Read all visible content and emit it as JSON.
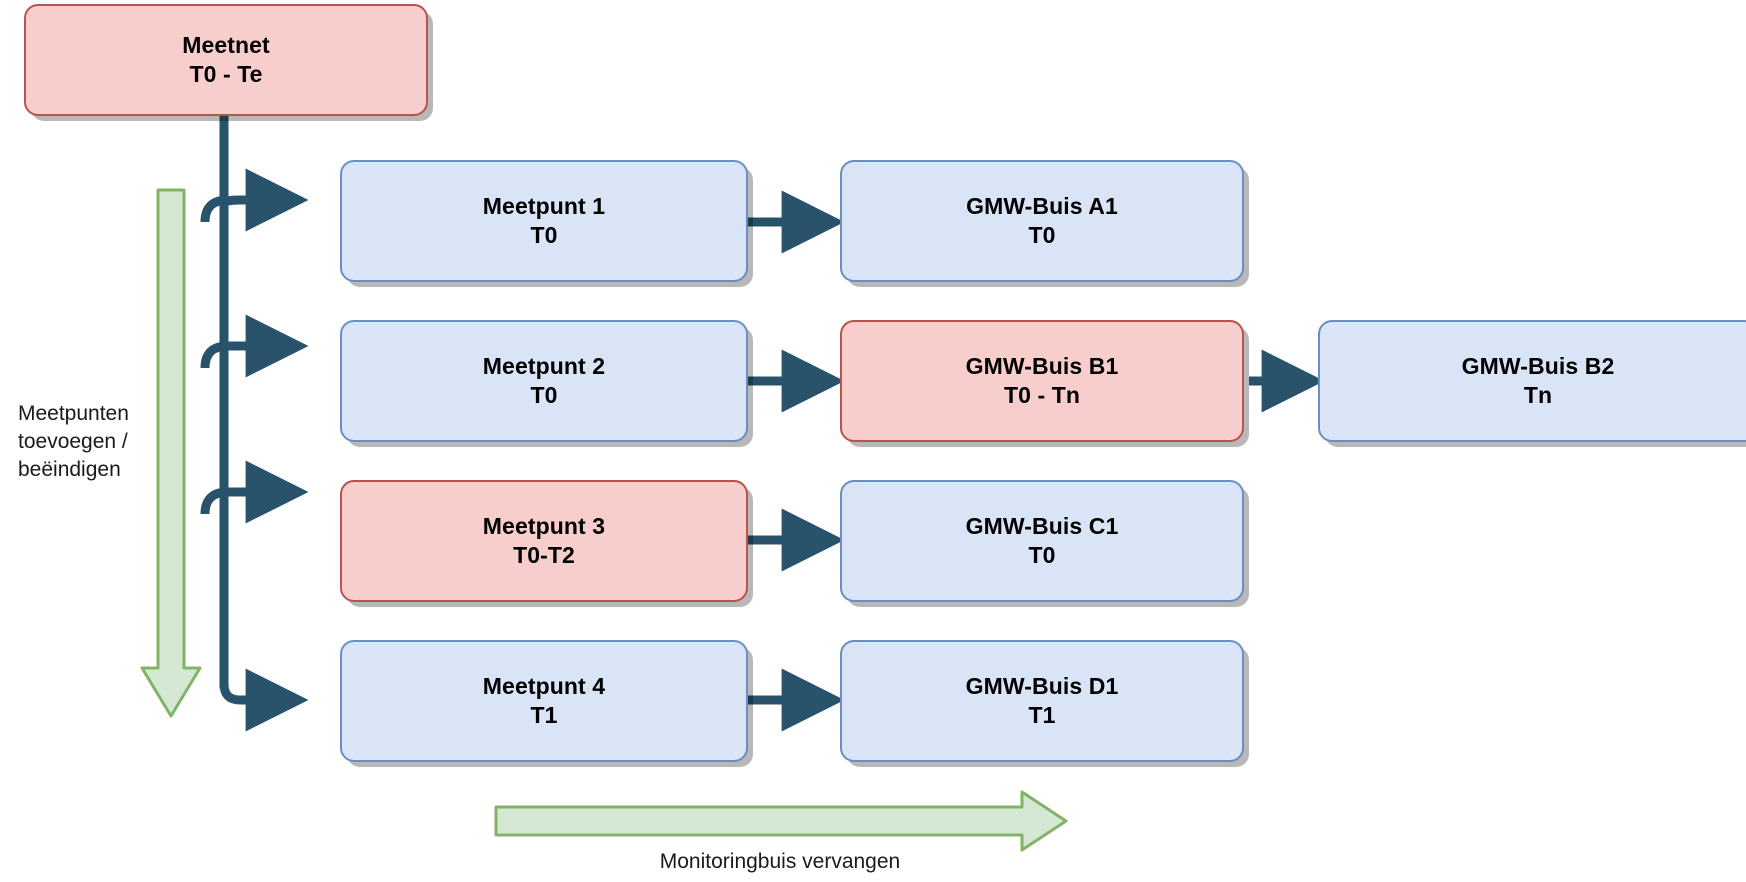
{
  "diagram": {
    "title_node": {
      "line1": "Meetnet",
      "line2": "T0 - Te",
      "fill": "#f8cecc",
      "stroke": "#b85450"
    },
    "colors": {
      "blue_fill": "#d9e4f7",
      "blue_stroke": "#6b8ebf",
      "pink_fill": "#f8cecc",
      "pink_stroke": "#b85450",
      "connector": "#28536b",
      "green_fill": "#d5e8d4",
      "green_stroke": "#82b366",
      "text": "#000000",
      "label_text": "#1a1a1a",
      "background": "#ffffff"
    },
    "rows": [
      {
        "measurement_point": {
          "line1": "Meetpunt 1",
          "line2": "T0",
          "style": "blue"
        },
        "tube": {
          "line1": "GMW-Buis A1",
          "line2": "T0",
          "style": "blue"
        },
        "tube2": null
      },
      {
        "measurement_point": {
          "line1": "Meetpunt 2",
          "line2": "T0",
          "style": "blue"
        },
        "tube": {
          "line1": "GMW-Buis B1",
          "line2": "T0 - Tn",
          "style": "pink"
        },
        "tube2": {
          "line1": "GMW-Buis B2",
          "line2": "Tn",
          "style": "blue"
        }
      },
      {
        "measurement_point": {
          "line1": "Meetpunt 3",
          "line2": "T0-T2",
          "style": "pink"
        },
        "tube": {
          "line1": "GMW-Buis C1",
          "line2": "T0",
          "style": "blue"
        },
        "tube2": null
      },
      {
        "measurement_point": {
          "line1": "Meetpunt 4",
          "line2": "T1",
          "style": "blue"
        },
        "tube": {
          "line1": "GMW-Buis D1",
          "line2": "T1",
          "style": "blue"
        },
        "tube2": null
      }
    ],
    "annotations": {
      "vertical_arrow_label": "Meetpunten\ntoevoegen /\nbeëindigen",
      "horizontal_arrow_label": "Monitoringbuis vervangen"
    }
  }
}
